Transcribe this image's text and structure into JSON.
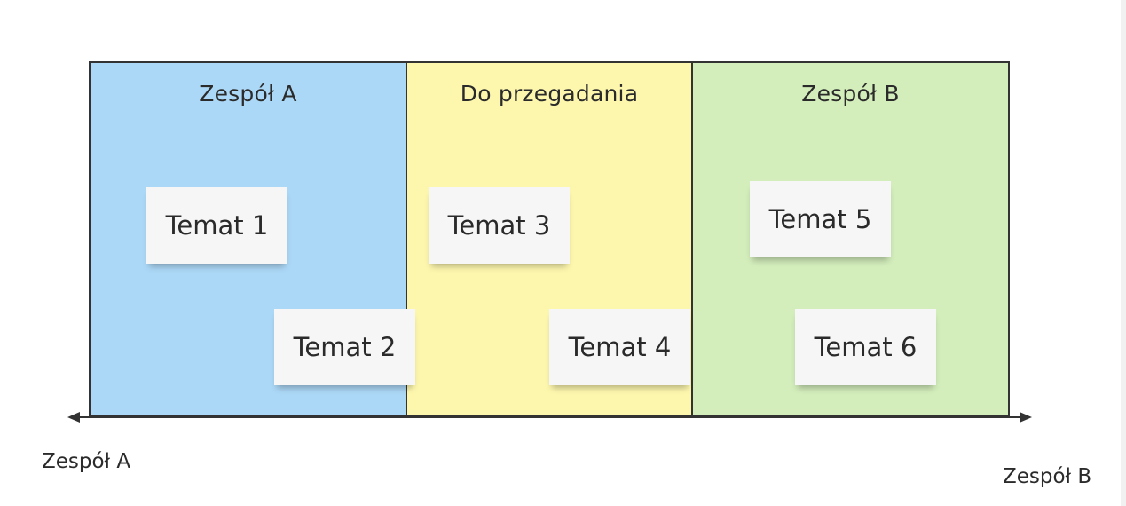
{
  "columns": [
    {
      "title": "Zespół A",
      "color": "#acd8f7"
    },
    {
      "title": "Do przegadania",
      "color": "#fdf7ae"
    },
    {
      "title": "Zespół B",
      "color": "#d3edbb"
    }
  ],
  "notes": [
    {
      "label": "Temat 1"
    },
    {
      "label": "Temat 2"
    },
    {
      "label": "Temat 3"
    },
    {
      "label": "Temat 4"
    },
    {
      "label": "Temat 5"
    },
    {
      "label": "Temat 6"
    }
  ],
  "axis": {
    "left_label": "Zespół A",
    "right_label": "Zespół B"
  }
}
